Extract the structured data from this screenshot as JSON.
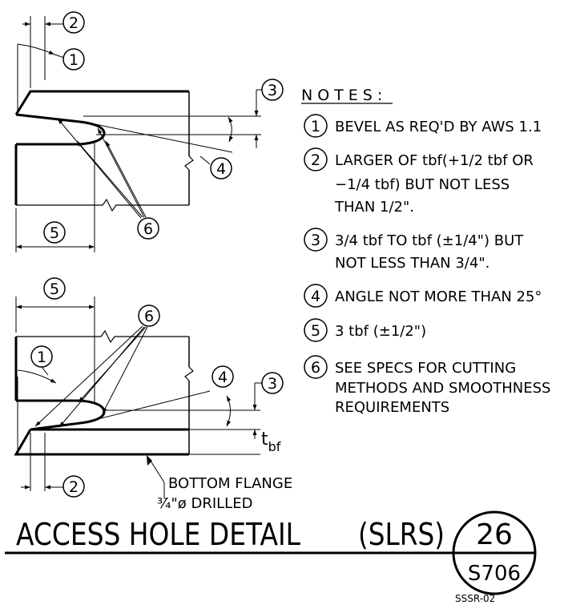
{
  "notes": {
    "heading": "NOTES:",
    "items": [
      {
        "num": "1",
        "lines": [
          "BEVEL AS REQ'D BY AWS 1.1"
        ]
      },
      {
        "num": "2",
        "lines": [
          "LARGER OF tbf(+1/2 tbf OR",
          "−1/4 tbf) BUT NOT LESS",
          "THAN 1/2\"."
        ]
      },
      {
        "num": "3",
        "lines": [
          "3/4 tbf TO tbf (±1/4\") BUT",
          "NOT LESS THAN 3/4\"."
        ]
      },
      {
        "num": "4",
        "lines": [
          "ANGLE NOT MORE THAN 25°"
        ]
      },
      {
        "num": "5",
        "lines": [
          "3 tbf (±1/2\")"
        ]
      },
      {
        "num": "6",
        "lines": [
          "SEE SPECS FOR CUTTING",
          "METHODS AND SMOOTHNESS",
          "REQUIREMENTS"
        ]
      }
    ]
  },
  "callouts": {
    "top": [
      "2",
      "1",
      "3",
      "4",
      "5",
      "6"
    ],
    "bottom": [
      "5",
      "6",
      "1",
      "4",
      "3",
      "2"
    ]
  },
  "labels": {
    "t_main": "t",
    "t_sub": "bf",
    "bottom_flange": "BOTTOM FLANGE",
    "drilled": "¾\"ø DRILLED"
  },
  "title": {
    "main": "ACCESS HOLE DETAIL",
    "suffix": "(SLRS)",
    "detail_number": "26",
    "sheet": "S706",
    "ref": "SSSR-02"
  }
}
